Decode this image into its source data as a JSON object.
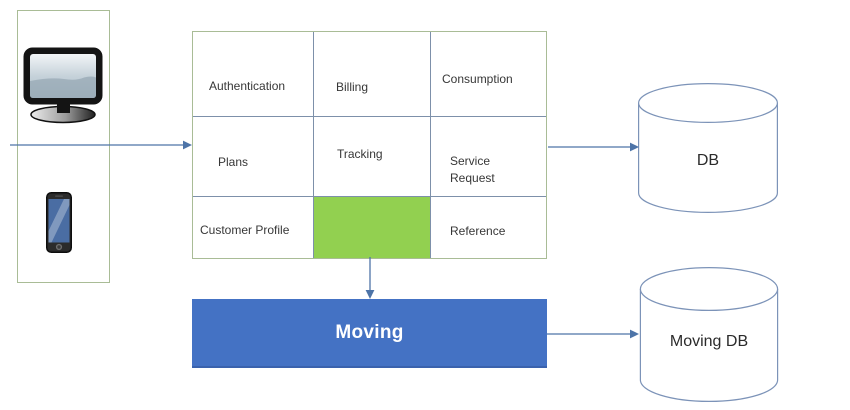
{
  "diagram": {
    "sources": {
      "monitor_icon": "desktop-computer",
      "phone_icon": "smartphone"
    },
    "modules": {
      "cells": [
        {
          "label": "Authentication",
          "highlighted": false
        },
        {
          "label": "Billing",
          "highlighted": false
        },
        {
          "label": "Consumption",
          "highlighted": false
        },
        {
          "label": "Plans",
          "highlighted": false
        },
        {
          "label": "Tracking",
          "highlighted": false
        },
        {
          "label": "Service Request",
          "highlighted": false
        },
        {
          "label": "Customer Profile",
          "highlighted": false
        },
        {
          "label": "",
          "highlighted": true
        },
        {
          "label": "Reference",
          "highlighted": false
        }
      ]
    },
    "moving_box": {
      "label": "Moving"
    },
    "databases": {
      "db": {
        "label": "DB"
      },
      "moving_db": {
        "label": "Moving DB"
      }
    }
  },
  "colors": {
    "source_box_border": "#a9bc96",
    "grid_outer_border": "#a9bc96",
    "grid_inner_line": "#7d90aa",
    "highlight_green": "#92d050",
    "moving_blue": "#4472c4",
    "arrow_blue": "#4d74a8",
    "cylinder_stroke": "#7c93b8",
    "text_dark": "#373737",
    "moving_text": "#ffffff"
  }
}
